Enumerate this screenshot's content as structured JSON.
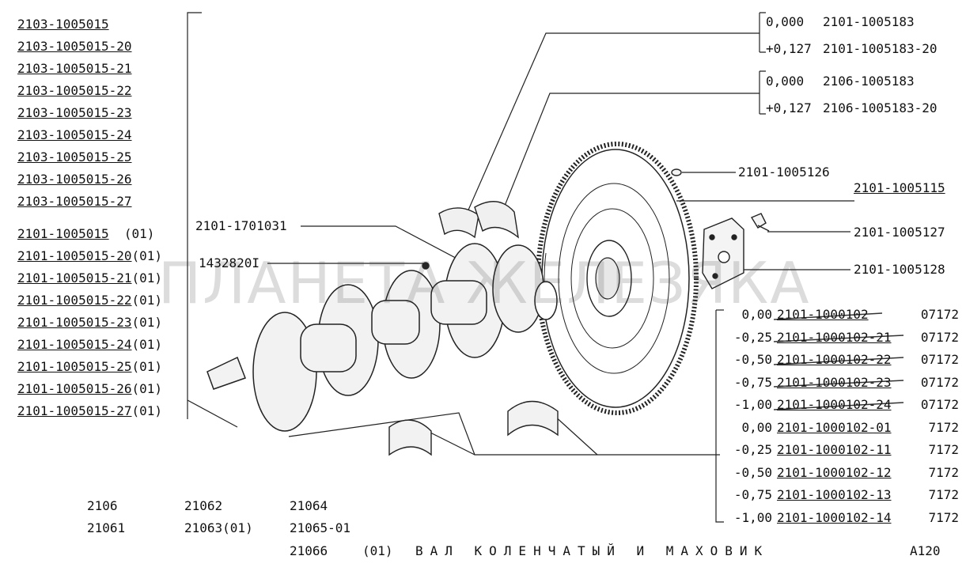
{
  "left_list_a": [
    "2103-1005015",
    "2103-1005015-20",
    "2103-1005015-21",
    "2103-1005015-22",
    "2103-1005015-23",
    "2103-1005015-24",
    "2103-1005015-25",
    "2103-1005015-26",
    "2103-1005015-27"
  ],
  "left_list_b": [
    {
      "code": "2101-1005015",
      "suffix": "  (01)"
    },
    {
      "code": "2101-1005015-20",
      "suffix": "(01)"
    },
    {
      "code": "2101-1005015-21",
      "suffix": "(01)"
    },
    {
      "code": "2101-1005015-22",
      "suffix": "(01)"
    },
    {
      "code": "2101-1005015-23",
      "suffix": "(01)"
    },
    {
      "code": "2101-1005015-24",
      "suffix": "(01)"
    },
    {
      "code": "2101-1005015-25",
      "suffix": "(01)"
    },
    {
      "code": "2101-1005015-26",
      "suffix": "(01)"
    },
    {
      "code": "2101-1005015-27",
      "suffix": "(01)"
    }
  ],
  "callouts": {
    "seal": "2101-1701031",
    "bearing": "1432820I",
    "pin": "2101-1005126",
    "flywheel": "2101-1005115",
    "bolt": "2101-1005127",
    "washer": "2101-1005128"
  },
  "thrust_group_a": [
    {
      "size": "0,000",
      "code": "2101-1005183"
    },
    {
      "size": "+0,127",
      "code": "2101-1005183-20"
    }
  ],
  "thrust_group_b": [
    {
      "size": "0,000",
      "code": "2106-1005183"
    },
    {
      "size": "+0,127",
      "code": "2106-1005183-20"
    }
  ],
  "bearing_shells": [
    {
      "size": "0,00",
      "code": "2101-1000102",
      "note": "07172",
      "obsolete": true
    },
    {
      "size": "-0,25",
      "code": "2101-1000102-21",
      "note": "07172",
      "obsolete": true
    },
    {
      "size": "-0,50",
      "code": "2101-1000102-22",
      "note": "07172",
      "obsolete": true
    },
    {
      "size": "-0,75",
      "code": "2101-1000102-23",
      "note": "07172",
      "obsolete": true
    },
    {
      "size": "-1,00",
      "code": "2101-1000102-24",
      "note": "07172",
      "obsolete": true
    },
    {
      "size": "0,00",
      "code": "2101-1000102-01",
      "note": "7172",
      "obsolete": false
    },
    {
      "size": "-0,25",
      "code": "2101-1000102-11",
      "note": "7172",
      "obsolete": false
    },
    {
      "size": "-0,50",
      "code": "2101-1000102-12",
      "note": "7172",
      "obsolete": false
    },
    {
      "size": "-0,75",
      "code": "2101-1000102-13",
      "note": "7172",
      "obsolete": false
    },
    {
      "size": "-1,00",
      "code": "2101-1000102-14",
      "note": "7172",
      "obsolete": false
    }
  ],
  "models": {
    "r1": [
      "2106",
      "21062",
      "21064"
    ],
    "r2": [
      "21061",
      "21063(01)",
      "21065-01"
    ]
  },
  "footer": {
    "model": "21066",
    "variant": "(01)",
    "title": "ВАЛ КОЛЕНЧАТЫЙ И МАХОВИК",
    "page": "A120"
  },
  "watermark": "ПЛАНЕТА ЖЕЛЕЗЯКА"
}
